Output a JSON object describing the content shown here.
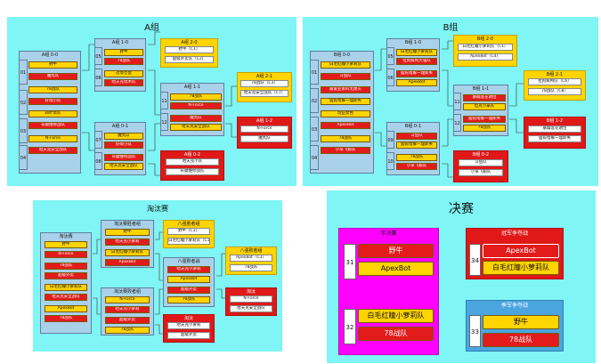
{
  "groupA": {
    "title": "A组",
    "r0": {
      "label": "A组 0-0",
      "nums": [
        "01",
        "02",
        "03",
        "04"
      ],
      "teams": [
        "野牛",
        "魔丸队",
        "78战队",
        "好烦小队",
        "四叶草队",
        "长腿维修战队",
        "N-Force",
        "哈夫克安全战队"
      ]
    },
    "w1": {
      "label": "A组 1-0",
      "nums": [
        "05",
        "06"
      ],
      "teams": [
        "野牛",
        "78战队",
        "过境仓鼠",
        "哈夫克伐木队"
      ]
    },
    "l1": {
      "label": "A组 0-1",
      "nums": [
        "07",
        "08"
      ],
      "teams": [
        "魔丸队",
        "好烦小队",
        "长腿维修战队",
        "哈夫克安全战队"
      ]
    },
    "w2": {
      "label": "A组 2-0",
      "teams": [
        "野牛（C1）",
        "超级外卖队（C2）"
      ]
    },
    "m11": {
      "label": "A组 1-1",
      "nums": [
        "11",
        "12"
      ],
      "teams": [
        "78战队",
        "N-Force",
        "魔丸队",
        "哈夫克安全战队"
      ]
    },
    "l2": {
      "label": "A组 0-2",
      "teams": [
        "哈夫克小队",
        "长腿维修战队"
      ]
    },
    "a21": {
      "label": "A组 2-1",
      "teams": [
        "78战队（C3）",
        "哈夫克安全战队（C7）"
      ]
    },
    "a12": {
      "label": "A组 1-2",
      "teams": [
        "N-Force",
        "魔丸队"
      ]
    }
  },
  "groupB": {
    "title": "B组",
    "r0": {
      "label": "B组 0-0",
      "nums": [
        "01",
        "02",
        "03",
        "04"
      ],
      "teams": [
        "白毛红瞳小萝莉队",
        "斗鱼队",
        "最爱亚索的无厘头",
        "猛蛇暗躲一理即失",
        "玩些女色",
        "ApexBot",
        "78战队",
        "小早飞鹅队"
      ]
    },
    "w1": {
      "label": "B组 1-0",
      "nums": [
        "05",
        "06"
      ],
      "teams": [
        "白毛红瞳小萝莉队",
        "拉狗疯鸭大强队",
        "猛蛇暗躲一理即失",
        "ApexBot"
      ]
    },
    "l1": {
      "label": "B组 0-1",
      "nums": [
        "09",
        "10"
      ],
      "teams": [
        "斗鱼队",
        "猛蛇暗躲一理即失",
        "78战队",
        "小早飞鹅队"
      ]
    },
    "w2": {
      "label": "B组 2-0",
      "teams": [
        "白毛红瞳小萝莉队（C1）",
        "ApexBot（C4）"
      ]
    },
    "m11": {
      "label": "B组 1-1",
      "nums": [
        "11",
        "12"
      ],
      "teams": [
        "暴躁莲花诸位",
        "坦克小豪队",
        "猛蛇暗躲一理即失",
        "78战队"
      ]
    },
    "l2": {
      "label": "B组 0-2",
      "teams": [
        "斗鱼队",
        "小早飞鹅队"
      ]
    },
    "b21": {
      "label": "B组 2-1",
      "teams": [
        "拉狗疯鸭队（C6）",
        "78战队（C8）"
      ]
    },
    "b12": {
      "label": "B组 1-2",
      "teams": [
        "暴躁莲花诸位",
        "猛蛇暗躲一理即失"
      ]
    }
  },
  "knockout": {
    "title": "淘汰赛",
    "r0": {
      "label": "淘汰赛",
      "teams": [
        "野牛",
        "N-Force",
        "78战队",
        "超级外卖",
        "白毛红瞳小萝莉队",
        "哈夫克安全战队",
        "ApexBot",
        "78战队"
      ]
    },
    "wa": {
      "label": "淘汰赛胜者组",
      "teams": [
        "野牛",
        "哈夫克小萝莉",
        "白毛红瞳小萝莉队",
        "ApexBot"
      ]
    },
    "la": {
      "label": "淘汰赛败者组",
      "teams": [
        "N-Force",
        "哈夫克小萝莉",
        "超级外卖",
        "78战队"
      ]
    },
    "wb": {
      "label": "八强胜者组",
      "teams": [
        "野牛（C1）",
        "白毛红瞳小萝莉队（C1）"
      ]
    },
    "mb": {
      "label": "八强败者战",
      "teams": [
        "哈夫克小萝莉",
        "ApexBot",
        "超级外卖",
        "78战队"
      ]
    },
    "sb": {
      "label": "八强败者组",
      "teams": [
        "ApexBot（C3）",
        "78战队"
      ]
    },
    "lc": {
      "label": "淘汰",
      "teams": [
        "哈夫克小萝莉",
        "超级外卖"
      ]
    },
    "ld": {
      "label": "淘汰",
      "teams": [
        "N-Force",
        "哈夫克安全战队"
      ]
    }
  },
  "finals": {
    "title": "决赛",
    "semi": {
      "label": "半决赛",
      "m1": {
        "num": "31",
        "teams": [
          "野牛",
          "ApexBot"
        ]
      },
      "m2": {
        "num": "32",
        "teams": [
          "白毛红瞳小萝莉队",
          "78战队"
        ]
      }
    },
    "champ": {
      "label": "冠军争夺战",
      "num": "34",
      "teams": [
        "ApexBot",
        "白毛红瞳小萝莉队"
      ]
    },
    "third": {
      "label": "季军争夺战",
      "num": "33",
      "teams": [
        "野牛",
        "78战队"
      ]
    }
  }
}
